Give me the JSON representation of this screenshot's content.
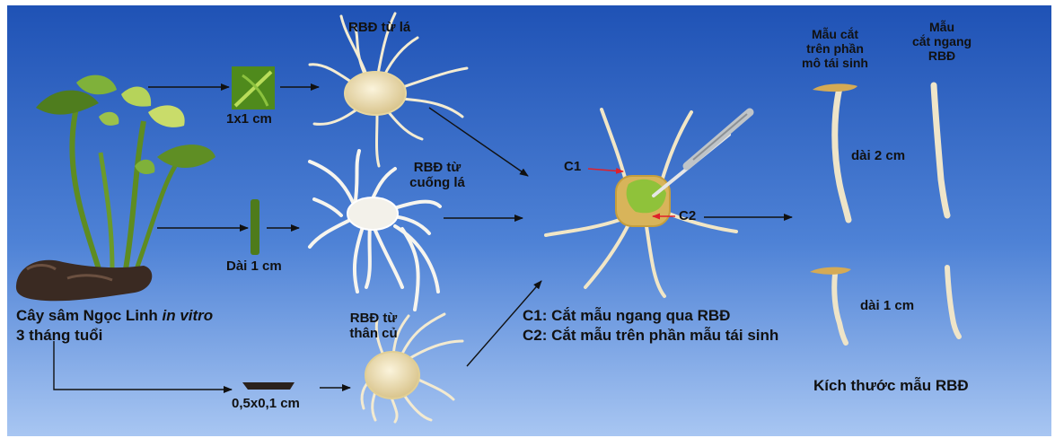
{
  "colors": {
    "background_top": "#1f52b5",
    "background_bottom": "#a8c6f2",
    "arrow": "#111111",
    "marker_arrow": "#e0202a",
    "tissue": "#efe3b8",
    "root": "#f4ecd2",
    "leaf": "#7fb13a",
    "stem": "#5e8c21",
    "tuber": "#3a2a22"
  },
  "labels": {
    "plant_name": "Cây sâm Ngọc Linh ",
    "plant_italic": "in vitro",
    "plant_age": "3 tháng tuổi",
    "leaf_size": "1x1 cm",
    "petiole_size": "Dài 1 cm",
    "tuber_size": "0,5x0,1 cm",
    "rbd_leaf": "RBĐ từ lá",
    "rbd_petiole_1": "RBĐ từ",
    "rbd_petiole_2": "cuống lá",
    "rbd_tuber_1": "RBĐ từ",
    "rbd_tuber_2": "thân củ",
    "c1": "C1",
    "c2": "C2",
    "c1_desc": "C1: Cắt mẫu ngang qua RBĐ",
    "c2_desc": "C2: Cắt mẫu trên phần mẫu tái sinh",
    "col1_line1": "Mẫu cắt",
    "col1_line2": "trên phần",
    "col1_line3": "mô tái sinh",
    "col2_line1": "Mẫu",
    "col2_line2": "cắt ngang",
    "col2_line3": "RBĐ",
    "len_2cm": "dài 2 cm",
    "len_1cm": "dài 1 cm",
    "size_title": "Kích thước mẫu RBĐ"
  }
}
